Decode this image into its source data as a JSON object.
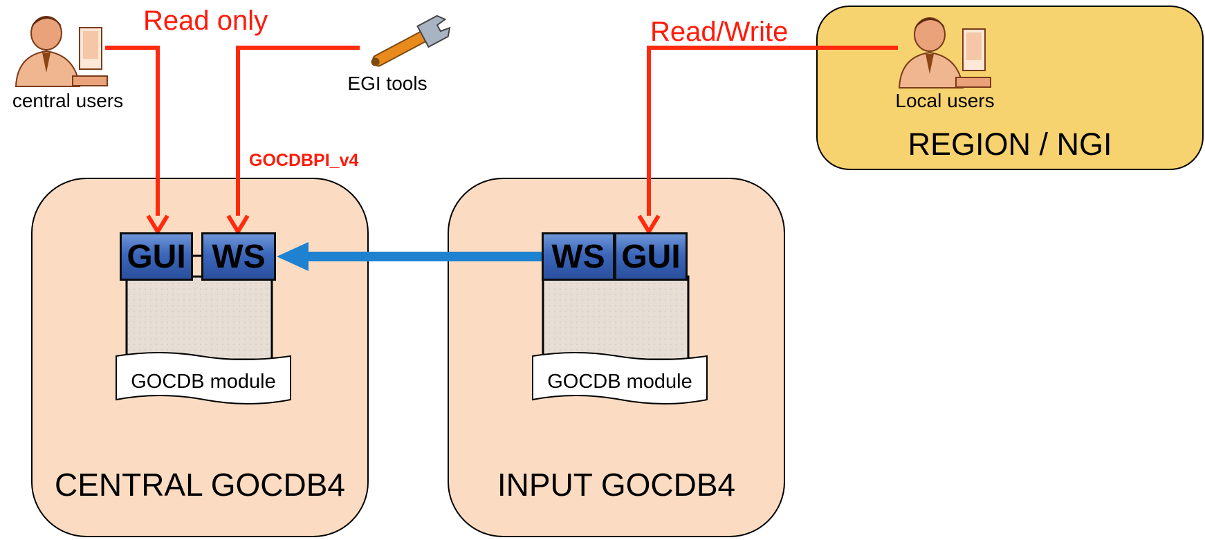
{
  "panels": {
    "central": {
      "label": "CENTRAL GOCDB4",
      "fill": "#fbdcc2"
    },
    "input": {
      "label": "INPUT GOCDB4",
      "fill": "#fbdcc2"
    },
    "region": {
      "label": "REGION / NGI",
      "fill": "#f7d36f"
    }
  },
  "users": {
    "central": {
      "label": "central users",
      "icon": "computer-user-icon"
    },
    "tools": {
      "label": "EGI tools",
      "icon": "wrench-icon"
    },
    "local": {
      "label": "Local users",
      "icon": "computer-user-icon"
    }
  },
  "access": {
    "read_only": "Read only",
    "read_write": "Read/Write",
    "api": "GOCDBPI_v4"
  },
  "components": {
    "central_gui": "GUI",
    "central_ws": "WS",
    "input_ws": "WS",
    "input_gui": "GUI",
    "module_central": "GOCDB module",
    "module_input": "GOCDB module"
  },
  "colors": {
    "access_line": "#ff2a0e",
    "sync_arrow": "#1f82d0",
    "component_fill": "#3a64b6",
    "database_fill": "#e8e0d6"
  }
}
